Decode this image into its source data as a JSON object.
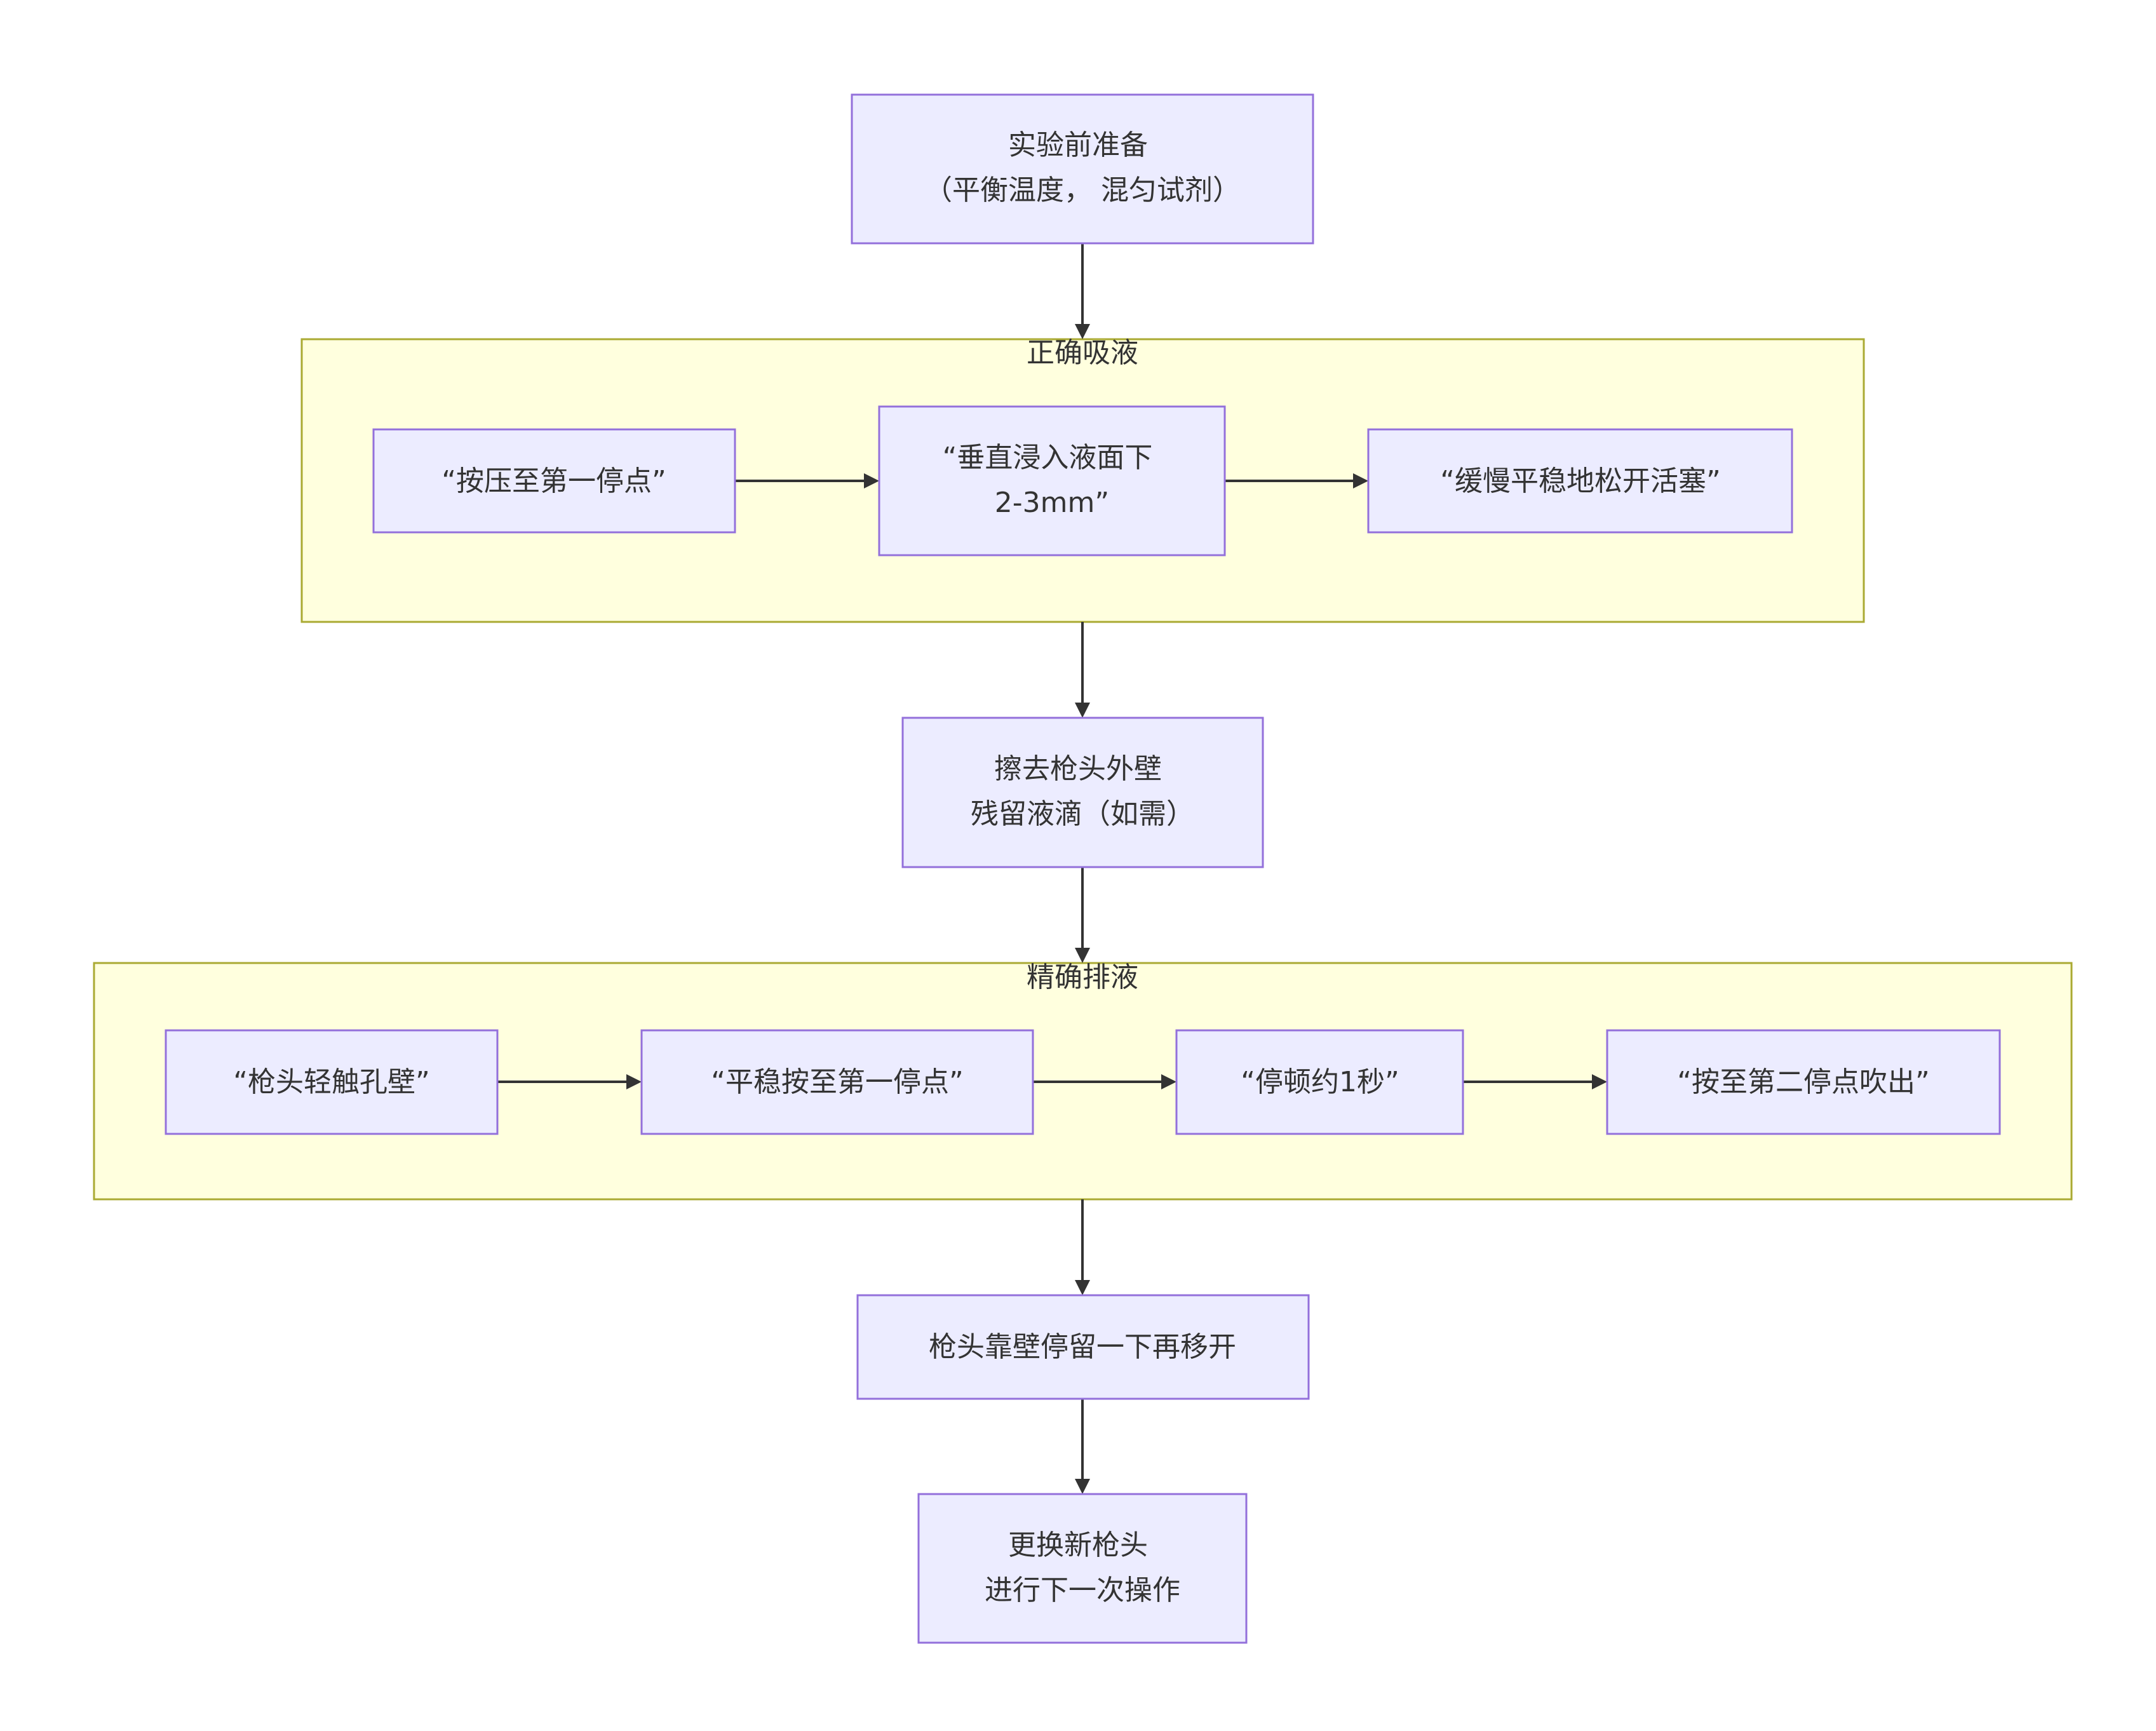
{
  "nodes": {
    "prep": {
      "lines": [
        "实验前准备",
        "（平衡温度， 混匀试剂）"
      ]
    },
    "aspirate_1": {
      "lines": [
        "“按压至第一停点”"
      ]
    },
    "aspirate_2": {
      "lines": [
        "“垂直浸入液面下",
        "2-3mm”"
      ]
    },
    "aspirate_3": {
      "lines": [
        "“缓慢平稳地松开活塞”"
      ]
    },
    "wipe": {
      "lines": [
        "擦去枪头外壁",
        "残留液滴（如需）"
      ]
    },
    "dispense_1": {
      "lines": [
        "“枪头轻触孔壁”"
      ]
    },
    "dispense_2": {
      "lines": [
        "“平稳按至第一停点”"
      ]
    },
    "dispense_3": {
      "lines": [
        "“停顿约1秒”"
      ]
    },
    "dispense_4": {
      "lines": [
        "“按至第二停点吹出”"
      ]
    },
    "rest": {
      "lines": [
        "枪头靠壁停留一下再移开"
      ]
    },
    "replace": {
      "lines": [
        "更换新枪头",
        "进行下一次操作"
      ]
    }
  },
  "clusters": {
    "aspirate": {
      "title": "正确吸液"
    },
    "dispense": {
      "title": "精确排液"
    }
  },
  "colors": {
    "node_fill": "#ECECFF",
    "node_stroke": "#9370DB",
    "cluster_fill": "#FFFFDE",
    "cluster_stroke": "#AAAA33",
    "text": "#333333",
    "edge": "#333333"
  }
}
